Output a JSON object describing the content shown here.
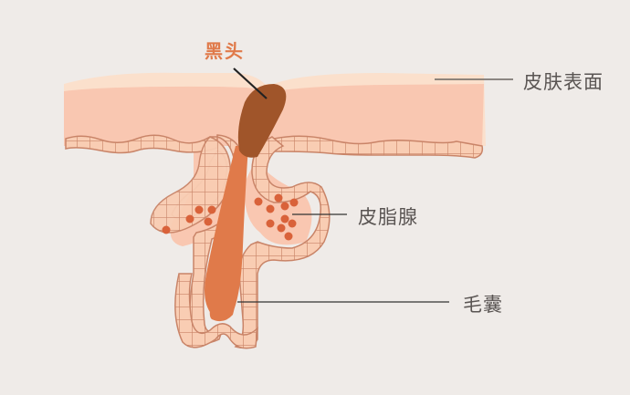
{
  "diagram": {
    "subject": "blackhead in skin pore cross-section",
    "labels": {
      "blackhead": "黑头",
      "skin_surface": "皮肤表面",
      "sebaceous_gland": "皮脂腺",
      "hair_follicle": "毛囊"
    },
    "colors": {
      "background": "#efebe8",
      "skin_outer": "#fbe0cc",
      "skin_inner": "#f9c7b1",
      "cell_fill": "#f9cdb3",
      "cell_stroke": "#c98468",
      "blackhead": "#a0552a",
      "hair": "#e07a4a",
      "sebum_dots": "#d9623a",
      "title_color": "#e07a4a",
      "label_color": "#5a5553",
      "leader_line": "#333333"
    }
  }
}
